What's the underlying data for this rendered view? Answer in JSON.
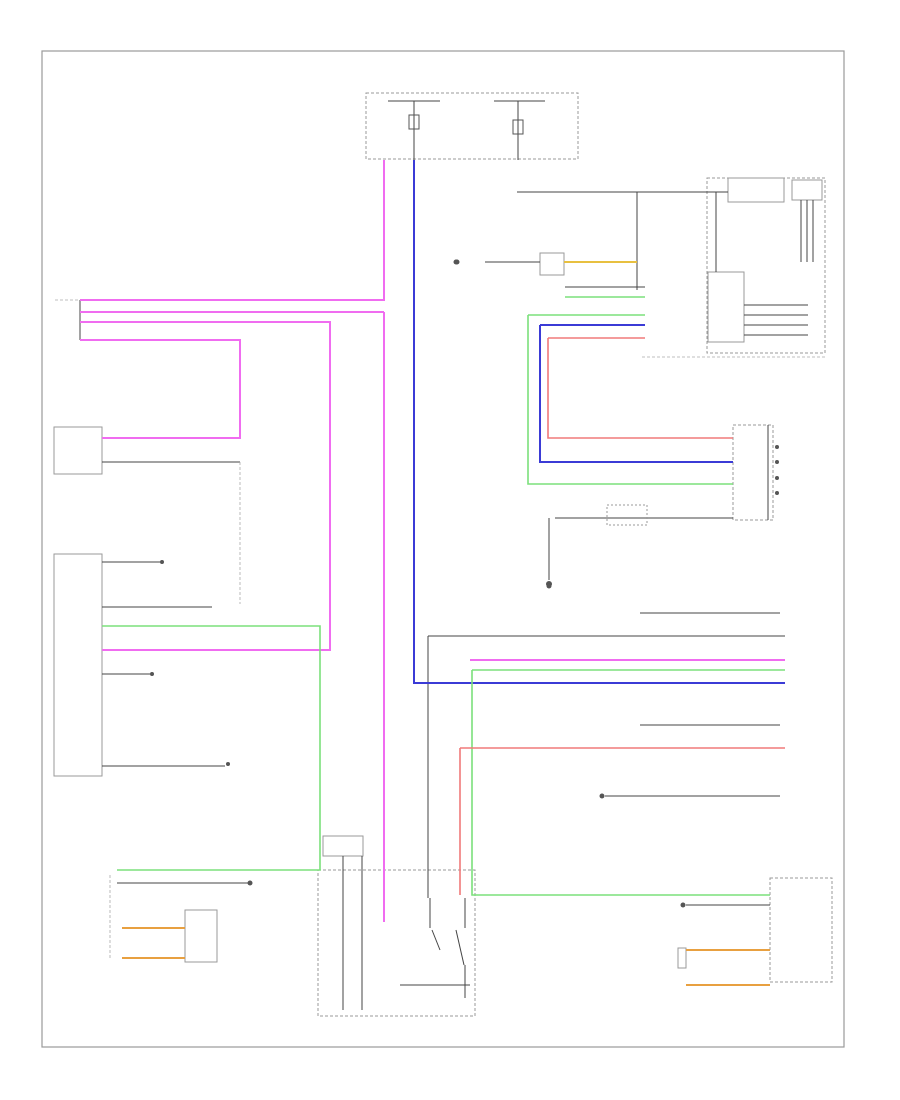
{
  "diagram": {
    "footer_code": "",
    "colors": {
      "border": "#9a9a9a",
      "wire_black": "#444444",
      "wire_pink": "#f06cf0",
      "wire_blue": "#3b3bd6",
      "wire_green": "#7be07b",
      "wire_red": "#f07a7a",
      "wire_yellow": "#e8c040"
    },
    "components": [
      {
        "id": "fuse-block-top",
        "label": ""
      },
      {
        "id": "combination-meter",
        "label": ""
      },
      {
        "id": "left-front-door-lock-switch",
        "label": ""
      },
      {
        "id": "main-body-ecu",
        "label": ""
      },
      {
        "id": "power-window-master-switch",
        "label": ""
      },
      {
        "id": "steering-lock-switch",
        "label": ""
      },
      {
        "id": "front-door-courtesy-switch-right",
        "label": ""
      },
      {
        "id": "front-door-courtesy-switch-left",
        "label": ""
      },
      {
        "id": "turn-signal-switch",
        "label": ""
      },
      {
        "id": "ignition-key-cylinder",
        "label": ""
      }
    ]
  }
}
